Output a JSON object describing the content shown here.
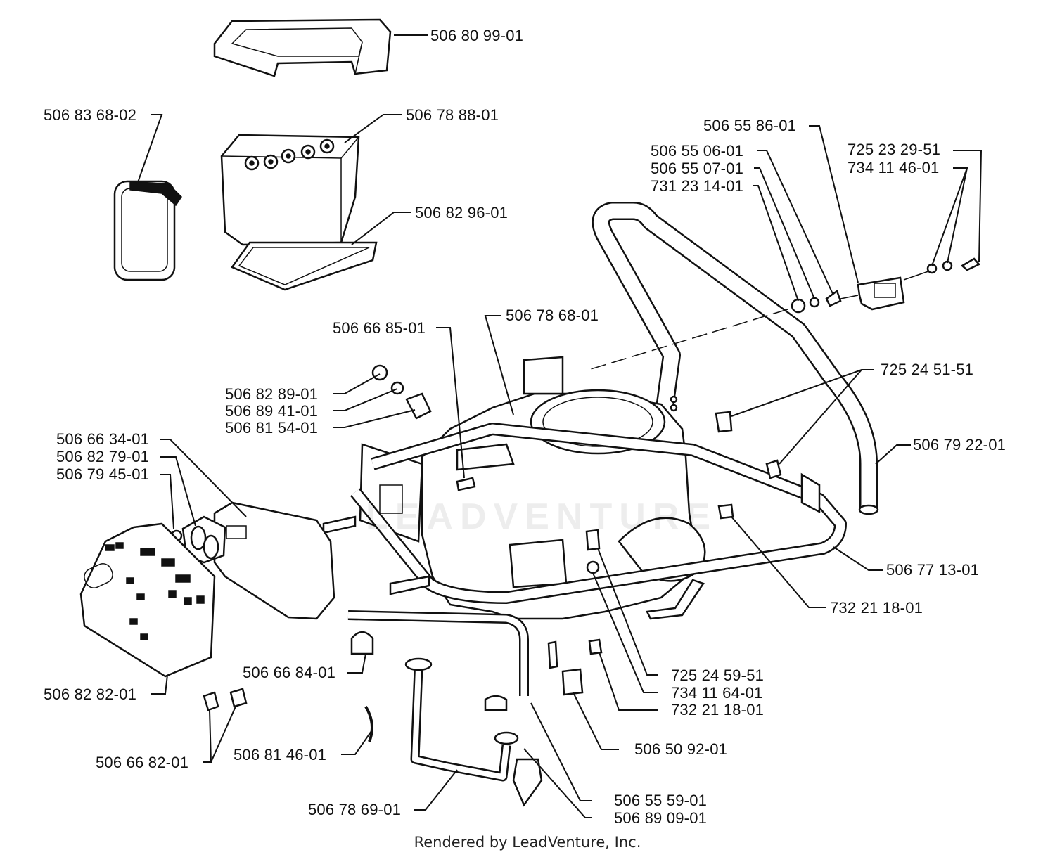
{
  "labels": {
    "p_506_80_99_01": "506 80 99-01",
    "p_506_83_68_02": "506 83 68-02",
    "p_506_78_88_01": "506 78 88-01",
    "p_506_82_96_01": "506 82 96-01",
    "p_506_55_86_01": "506 55 86-01",
    "p_506_55_06_01": "506 55 06-01",
    "p_506_55_07_01": "506 55 07-01",
    "p_731_23_14_01": "731 23 14-01",
    "p_725_23_29_51": "725 23 29-51",
    "p_734_11_46_01": "734 11 46-01",
    "p_506_78_68_01": "506 78 68-01",
    "p_506_66_85_01": "506 66 85-01",
    "p_506_82_89_01": "506 82 89-01",
    "p_506_89_41_01": "506 89 41-01",
    "p_506_81_54_01": "506 81 54-01",
    "p_725_24_51_51": "725 24 51-51",
    "p_506_79_22_01": "506 79 22-01",
    "p_506_66_34_01": "506 66 34-01",
    "p_506_82_79_01": "506 82 79-01",
    "p_506_79_45_01": "506 79 45-01",
    "p_506_77_13_01": "506 77 13-01",
    "p_732_21_18_01_a": "732 21 18-01",
    "p_725_24_59_51": "725 24 59-51",
    "p_734_11_64_01": "734 11 64-01",
    "p_732_21_18_01_b": "732 21 18-01",
    "p_506_66_84_01": "506 66 84-01",
    "p_506_82_82_01": "506 82 82-01",
    "p_506_50_92_01": "506 50 92-01",
    "p_506_66_82_01": "506 66 82-01",
    "p_506_81_46_01": "506 81 46-01",
    "p_506_55_59_01": "506 55 59-01",
    "p_506_89_09_01": "506 89 09-01",
    "p_506_78_69_01": "506 78 69-01"
  },
  "watermark": "LEADVENTURE",
  "footer": "Rendered by LeadVenture, Inc."
}
